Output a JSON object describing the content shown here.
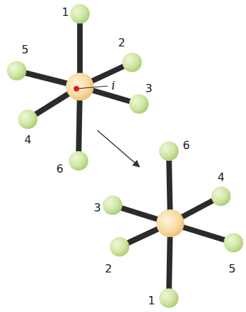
{
  "diagram": {
    "labels": [
      "1",
      "5",
      "2",
      "i",
      "3",
      "4",
      "6",
      "6",
      "4",
      "3",
      "2",
      "5",
      "1"
    ]
  }
}
